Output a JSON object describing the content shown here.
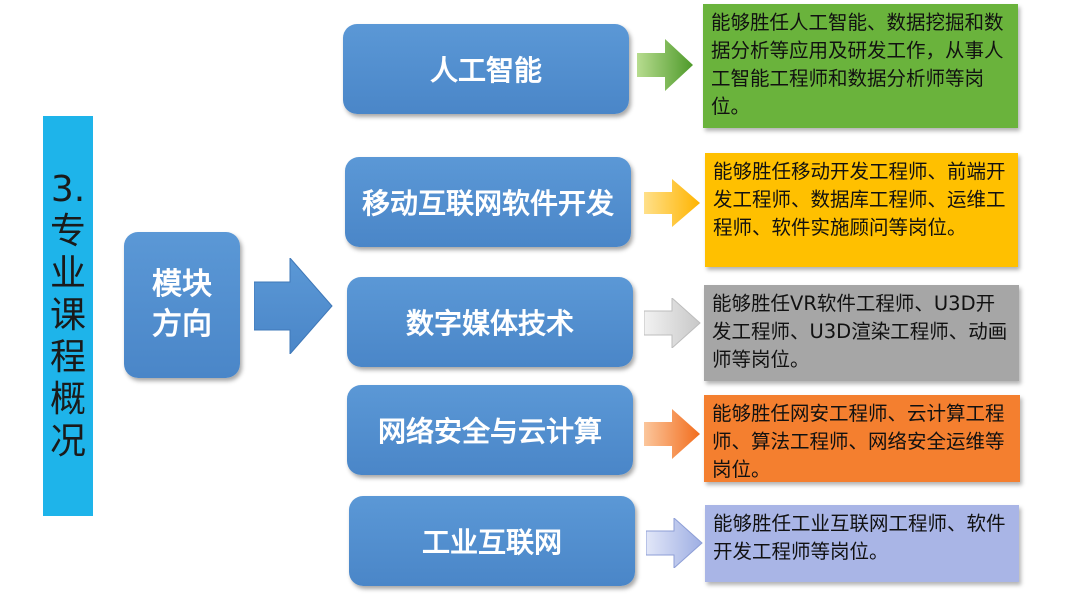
{
  "side_title": "3.专业课程概况",
  "module": {
    "label": "模块方向"
  },
  "directions": [
    {
      "title": "人工智能",
      "desc": "能够胜任人工智能、数据挖掘和数据分析等应用及研发工作，从事人工智能工程师和数据分析师等岗位。",
      "color": "#6ab33c"
    },
    {
      "title": "移动互联网软件开发",
      "desc": "能够胜任移动开发工程师、前端开发工程师、数据库工程师、运维工程师、软件实施顾问等岗位。",
      "color": "#ffc000"
    },
    {
      "title": "数字媒体技术",
      "desc": "能够胜任VR软件工程师、U3D开发工程师、U3D渲染工程师、动画师等岗位。",
      "color": "#a6a6a6"
    },
    {
      "title": "网络安全与云计算",
      "desc": "能够胜任网安工程师、云计算工程师、算法工程师、网络安全运维等岗位。",
      "color": "#f47f2f"
    },
    {
      "title": "工业互联网",
      "desc": "能够胜任工业互联网工程师、软件开发工程师等岗位。",
      "color": "#a9b5e6"
    }
  ]
}
